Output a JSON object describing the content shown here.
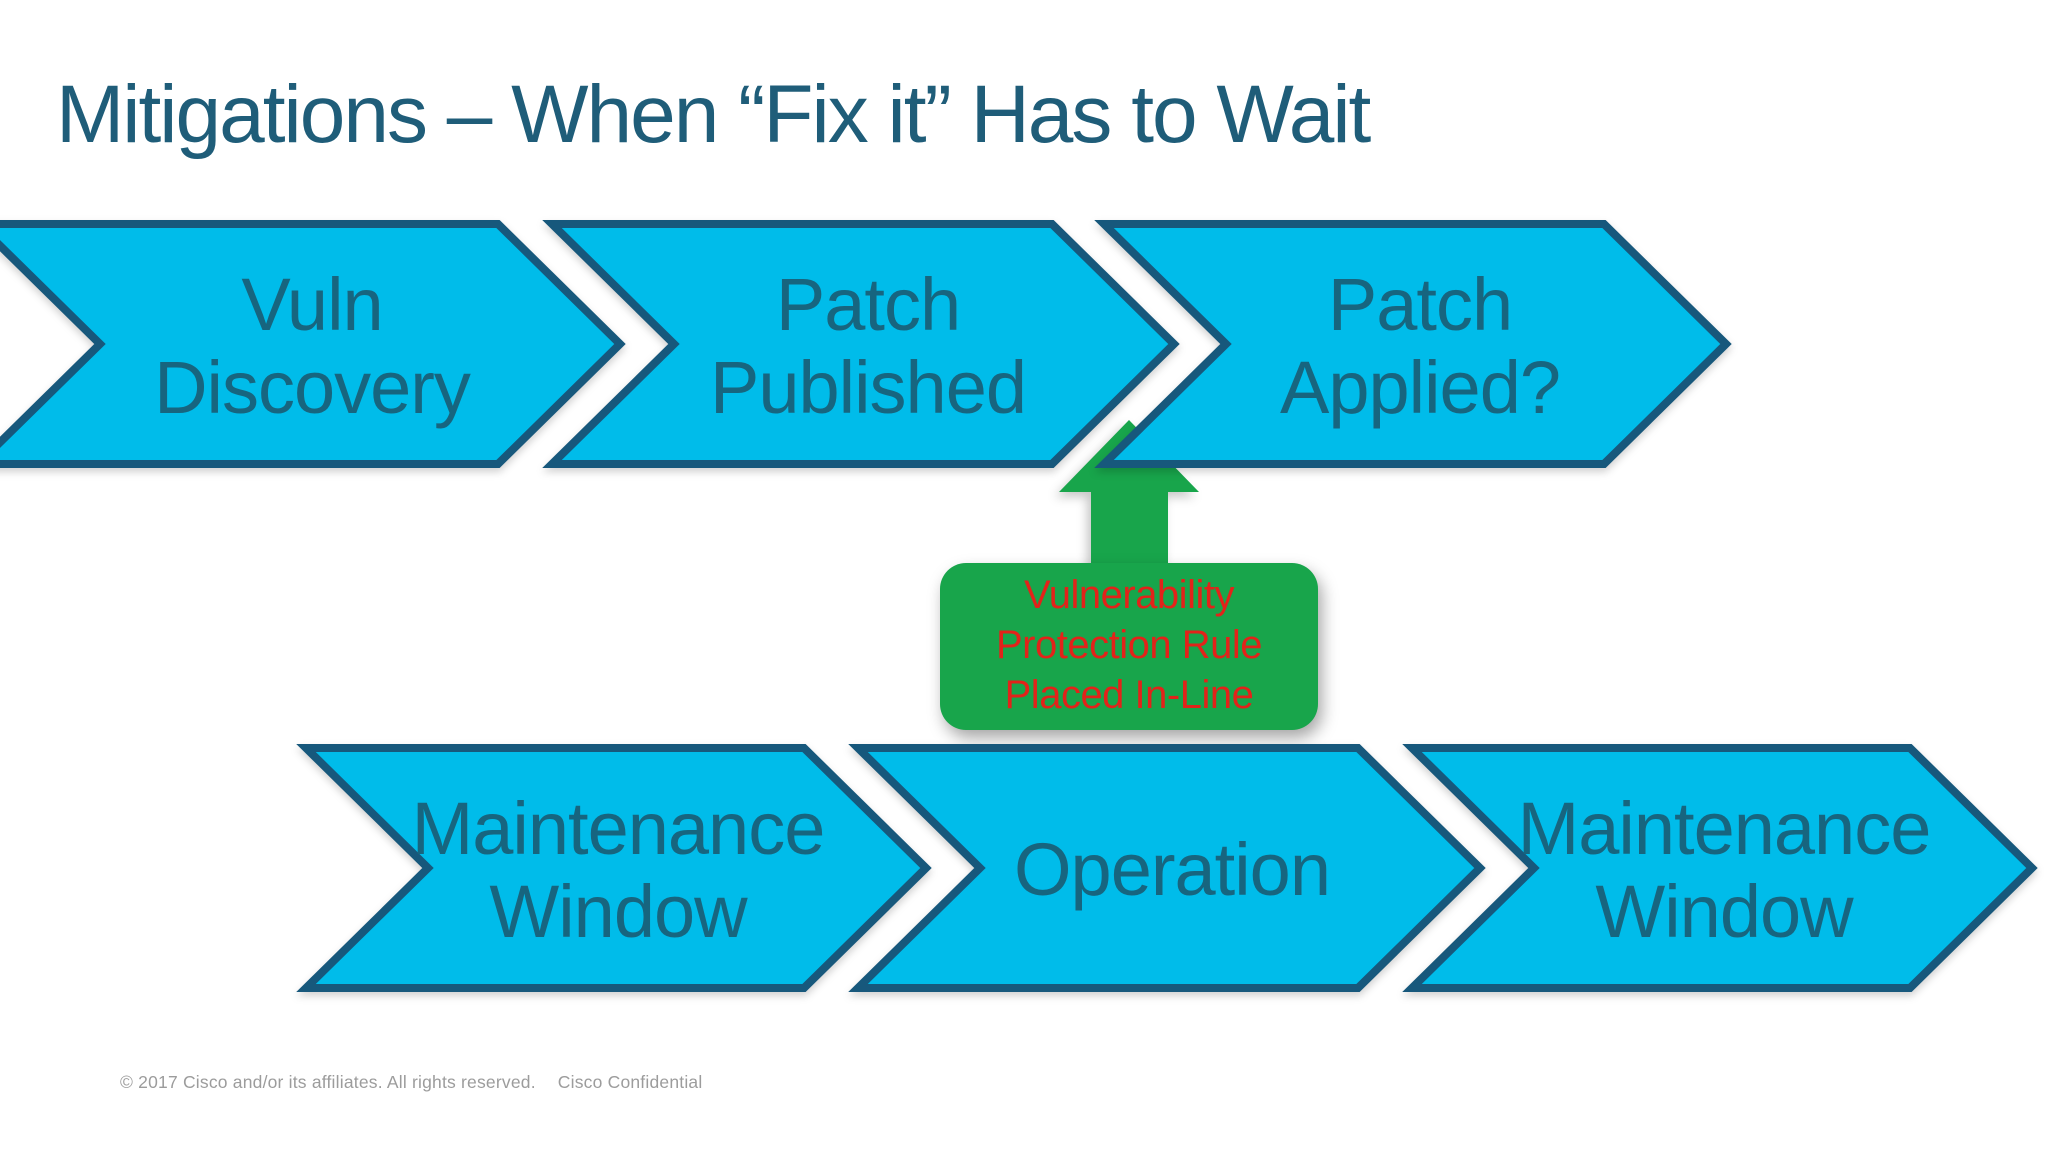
{
  "slide": {
    "title": "Mitigations – When “Fix it” Has to Wait",
    "colors": {
      "arrow_fill": "#00bcea",
      "arrow_border": "#17587c",
      "arrow_text": "#17657f",
      "title_text": "#1f5d79",
      "callout_fill": "#18a54b",
      "callout_text": "#e2231a",
      "footer_text": "#9c9c9c"
    },
    "top_row": [
      {
        "line1": "Vuln",
        "line2": "Discovery"
      },
      {
        "line1": "Patch",
        "line2": "Published"
      },
      {
        "line1": "Patch",
        "line2": "Applied?"
      }
    ],
    "bottom_row": [
      {
        "line1": "Maintenance",
        "line2": "Window"
      },
      {
        "line1": "Operation"
      },
      {
        "line1": "Maintenance",
        "line2": "Window"
      }
    ],
    "callout": {
      "line1": "Vulnerability",
      "line2": "Protection Rule",
      "line3": "Placed In-Line"
    },
    "footer": {
      "copyright": "© 2017 Cisco and/or its affiliates. All rights reserved.",
      "confidential": "Cisco Confidential"
    }
  }
}
